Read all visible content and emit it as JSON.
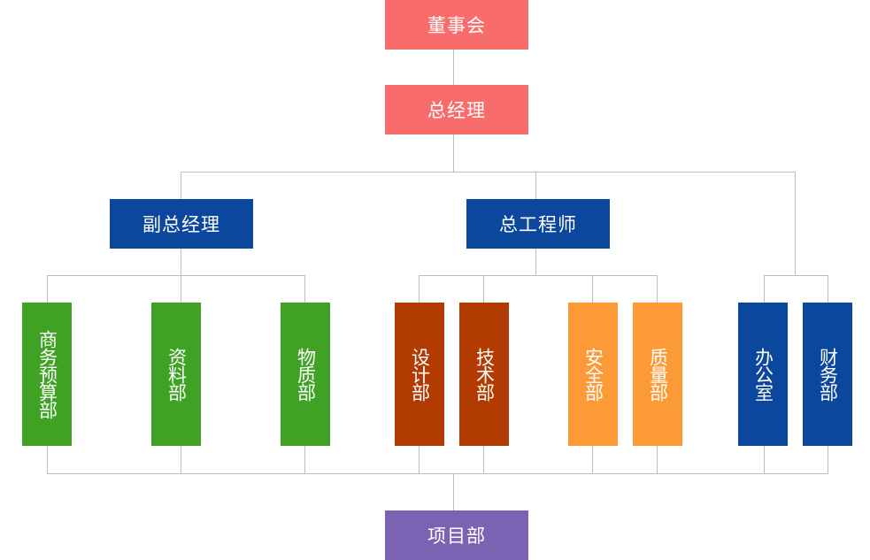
{
  "colors": {
    "top": "#f86c6c",
    "managers": "#0b479c",
    "group_green": "#3fa225",
    "group_rust": "#b23b02",
    "group_orange": "#fd9a38",
    "group_navy": "#0b479c",
    "project": "#7c62b3",
    "connector": "#bdbdbd"
  },
  "org": {
    "board": "董事会",
    "general_manager": "总经理",
    "deputy_gm": "副总经理",
    "chief_engineer": "总工程师",
    "departments": {
      "business_budget": "商务预算部",
      "documents": "资料部",
      "materials": "物质部",
      "design": "设计部",
      "technology": "技术部",
      "safety": "安全部",
      "quality": "质量部",
      "office": "办公室",
      "finance": "财务部"
    },
    "project": "项目部"
  }
}
